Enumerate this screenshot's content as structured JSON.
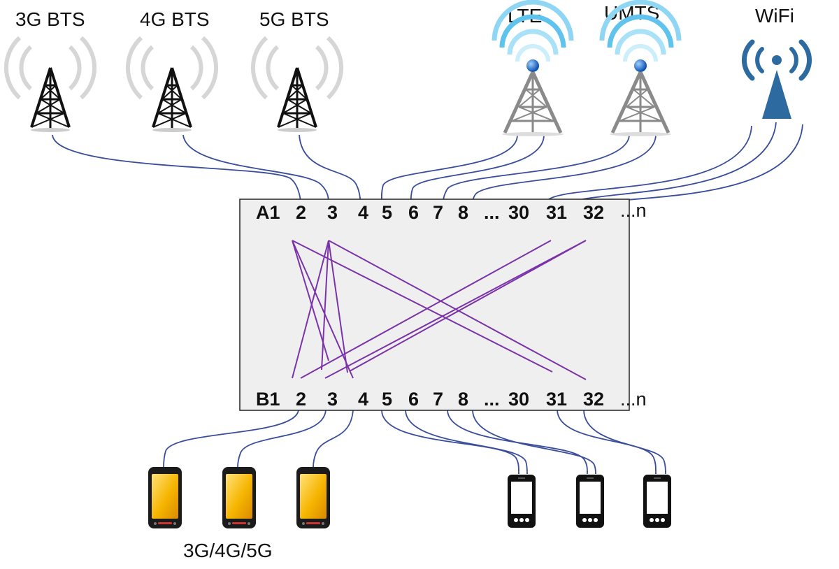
{
  "towers": {
    "bts3g": "3G BTS",
    "bts4g": "4G BTS",
    "bts5g": "5G BTS",
    "lte": "LTE",
    "umts": "UMTS",
    "wifi": "WiFi"
  },
  "panel": {
    "row_a": [
      "A1",
      "2",
      "3",
      "4",
      "5",
      "6",
      "7",
      "8",
      "...",
      "30",
      "31",
      "32"
    ],
    "row_b": [
      "B1",
      "2",
      "3",
      "4",
      "5",
      "6",
      "7",
      "8",
      "...",
      "30",
      "31",
      "32"
    ],
    "tail": "...n"
  },
  "devices": {
    "caption": "3G/4G/5G"
  },
  "colors": {
    "cable": "#3a4d9a",
    "cross_connect": "#7a33a8",
    "panel_fill": "#efefef",
    "tower_glow_blue": "#4db8e8",
    "wifi_blue": "#2c6aa0"
  }
}
